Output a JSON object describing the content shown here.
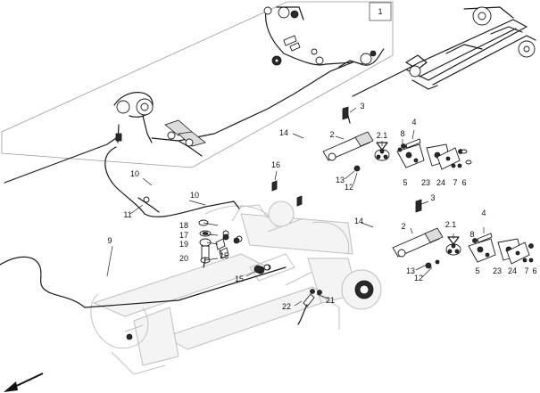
{
  "diagram": {
    "callouts": {
      "box_label": "1",
      "c2_upper": "2",
      "c21_upper": "2.1",
      "c3_upper": "3",
      "c4_upper": "4",
      "c5_upper": "5",
      "c6_upper": "6",
      "c7_upper": "7",
      "c8_upper": "8",
      "c9": "9",
      "c10_upper": "10",
      "c10_lower": "10",
      "c11": "11",
      "c12_upper": "12",
      "c13_upper": "13",
      "c14_upper": "14",
      "c15_left": "15",
      "c15_lower": "15",
      "c16": "16",
      "c17": "17",
      "c18": "18",
      "c19": "19",
      "c20": "20",
      "c21": "21",
      "c22": "22",
      "c23_upper": "23",
      "c24_upper": "24",
      "c2_lower": "2",
      "c21_lower": "2.1",
      "c3_lower": "3",
      "c4_lower": "4",
      "c5_lower": "5",
      "c6_lower": "6",
      "c7_lower": "7",
      "c8_lower": "8",
      "c12_lower": "12",
      "c13_lower": "13",
      "c14_lower": "14",
      "c23_lower": "23",
      "c24_lower": "24"
    },
    "direction_arrow": "arrow-icon"
  }
}
